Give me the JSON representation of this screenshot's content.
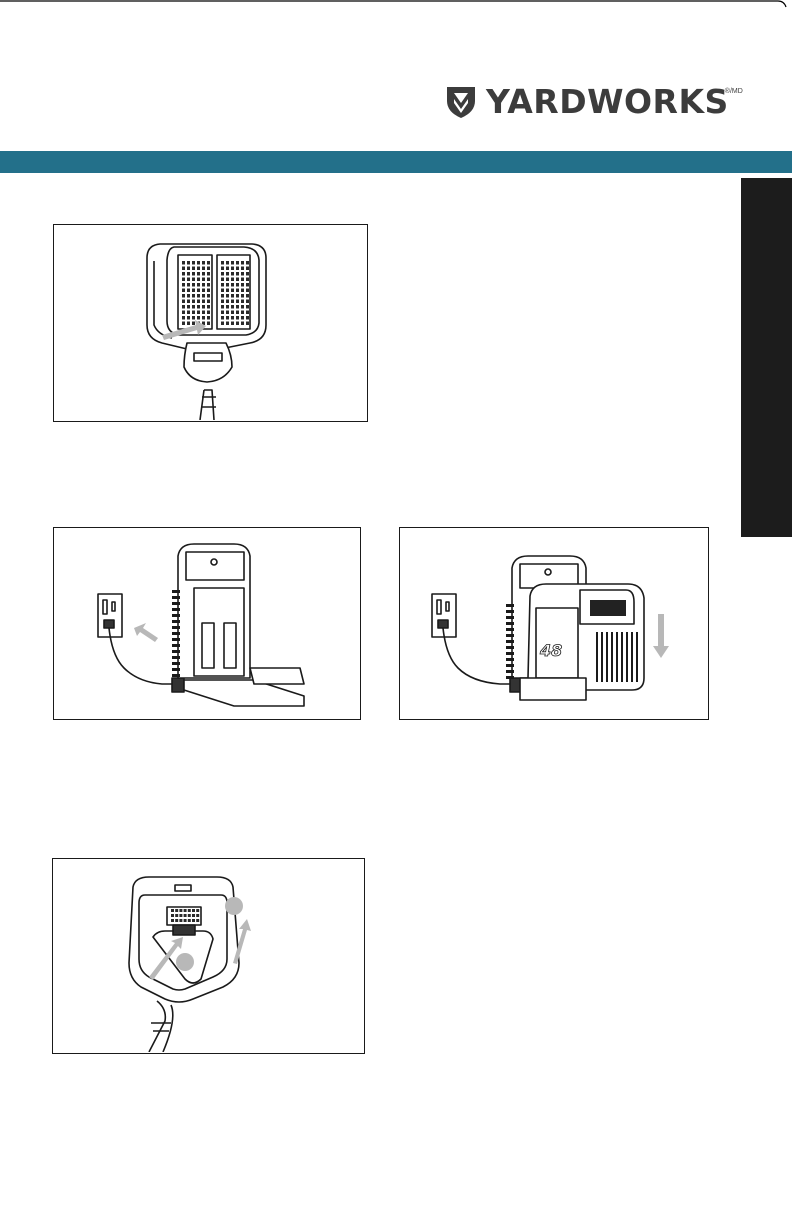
{
  "brand": {
    "name": "YARDWORKS",
    "registered_mark": "®/MD",
    "color": "#3c3c3c"
  },
  "colors": {
    "band": "#23708a",
    "side_tab": "#1c1c1c",
    "trim_line": "#000000",
    "arrow": "#b8b8b8"
  },
  "figures": [
    {
      "subject": "battery-pack-rear",
      "arrow": "right"
    },
    {
      "subject": "charger-plugged-into-outlet",
      "arrow": "up-left"
    },
    {
      "subject": "battery-on-charger",
      "badge": "48",
      "arrow": "down"
    },
    {
      "subject": "battery-release-tool-head",
      "arrow": "up"
    }
  ]
}
